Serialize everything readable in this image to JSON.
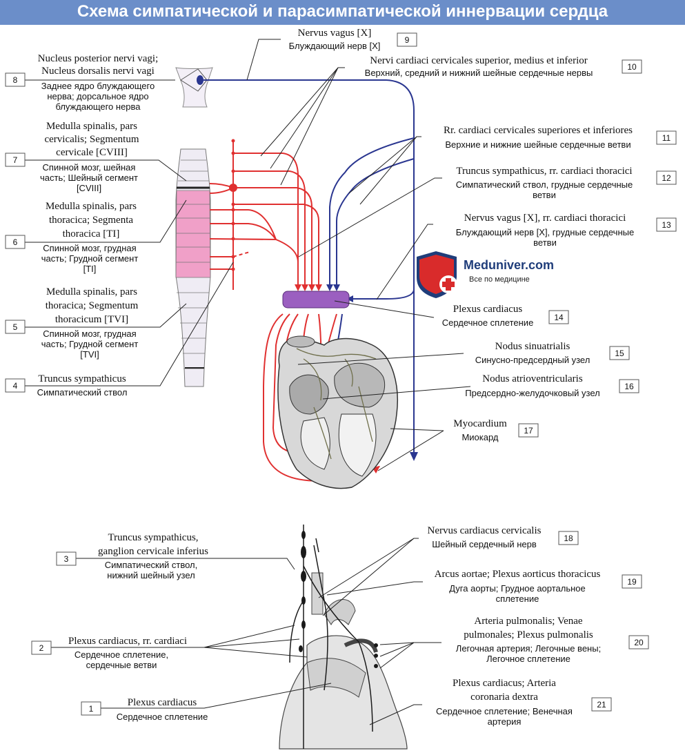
{
  "title": "Схема симпатической и парасимпатической иннервации сердца",
  "watermark": {
    "name": "Meduniver.com",
    "tagline": "Все по медицине"
  },
  "labels": [
    {
      "num": "8",
      "lat": [
        "Nucleus posterior nervi vagi;",
        "Nucleus dorsalis nervi vagi"
      ],
      "ru": [
        "Заднее ядро блуждающего",
        "нерва; дорсальное ядро",
        "блуждающего нерва"
      ]
    },
    {
      "num": "9",
      "lat": [
        "Nervus vagus [X]"
      ],
      "ru": [
        "Блуждающий нерв [X]"
      ]
    },
    {
      "num": "10",
      "lat": [
        "Nervi cardiaci cervicales superior, medius et inferior"
      ],
      "ru": [
        "Верхний, средний и нижний шейные сердечные нервы"
      ]
    },
    {
      "num": "7",
      "lat": [
        "Medulla spinalis, pars",
        "cervicalis; Segmentum",
        "cervicale [CVIII]"
      ],
      "ru": [
        "Спинной мозг, шейная",
        "часть; Шейный сегмент",
        "[CVIII]"
      ]
    },
    {
      "num": "11",
      "lat": [
        "Rr. cardiaci cervicales superiores et inferiores"
      ],
      "ru": [
        "Верхние и нижние шейные сердечные ветви"
      ]
    },
    {
      "num": "12",
      "lat": [
        "Truncus sympathicus, rr. cardiaci thoracici"
      ],
      "ru": [
        "Симпатический ствол, грудные сердечные",
        "ветви"
      ]
    },
    {
      "num": "6",
      "lat": [
        "Medulla spinalis, pars",
        "thoracica; Segmenta",
        "thoracica [TI]"
      ],
      "ru": [
        "Спинной мозг, грудная",
        "часть; Грудной сегмент",
        "[TI]"
      ]
    },
    {
      "num": "13",
      "lat": [
        "Nervus vagus [X], rr. cardiaci thoracici"
      ],
      "ru": [
        "Блуждающий нерв [X], грудные сердечные",
        "ветви"
      ]
    },
    {
      "num": "14",
      "lat": [
        "Plexus cardiacus"
      ],
      "ru": [
        "Сердечное сплетение"
      ]
    },
    {
      "num": "5",
      "lat": [
        "Medulla spinalis, pars",
        "thoracica; Segmentum",
        "thoracicum [TVI]"
      ],
      "ru": [
        "Спинной мозг, грудная",
        "часть; Грудной сегмент",
        "[TVI]"
      ]
    },
    {
      "num": "15",
      "lat": [
        "Nodus sinuatrialis"
      ],
      "ru": [
        "Синусно-предсердный узел"
      ]
    },
    {
      "num": "4",
      "lat": [
        "Truncus sympathicus"
      ],
      "ru": [
        "Симпатический ствол"
      ]
    },
    {
      "num": "16",
      "lat": [
        "Nodus atrioventricularis"
      ],
      "ru": [
        "Предсердно-желудочковый узел"
      ]
    },
    {
      "num": "17",
      "lat": [
        "Myocardium"
      ],
      "ru": [
        "Миокард"
      ]
    },
    {
      "num": "18",
      "lat": [
        "Nervus cardiacus cervicalis"
      ],
      "ru": [
        "Шейный сердечный нерв"
      ]
    },
    {
      "num": "3",
      "lat": [
        "Truncus sympathicus,",
        "ganglion cervicale inferius"
      ],
      "ru": [
        "Симпатический ствол,",
        "нижний шейный узел"
      ]
    },
    {
      "num": "19",
      "lat": [
        "Arcus aortae; Plexus aorticus thoracicus"
      ],
      "ru": [
        "Дуга аорты; Грудное аортальное",
        "сплетение"
      ]
    },
    {
      "num": "20",
      "lat": [
        "Arteria pulmonalis; Venae",
        "pulmonales; Plexus pulmonalis"
      ],
      "ru": [
        "Легочная артерия; Легочные вены;",
        "Легочное сплетение"
      ]
    },
    {
      "num": "2",
      "lat": [
        "Plexus cardiacus, rr. cardiaci"
      ],
      "ru": [
        "Сердечное сплетение,",
        "сердечные ветви"
      ]
    },
    {
      "num": "21",
      "lat": [
        "Plexus cardiacus; Arteria",
        "coronaria dextra"
      ],
      "ru": [
        "Сердечное сплетение; Венечная",
        "артерия"
      ]
    },
    {
      "num": "1",
      "lat": [
        "Plexus cardiacus"
      ],
      "ru": [
        "Сердечное сплетение"
      ]
    }
  ],
  "colors": {
    "banner": "#6b8ec9",
    "sympathetic": "#e03030",
    "parasympathetic": "#2a3690",
    "plexus": "#9b5fc0",
    "segment_pink": "#f0a0c8",
    "logo_red": "#d92b2b",
    "logo_blue": "#1f3d7a"
  }
}
